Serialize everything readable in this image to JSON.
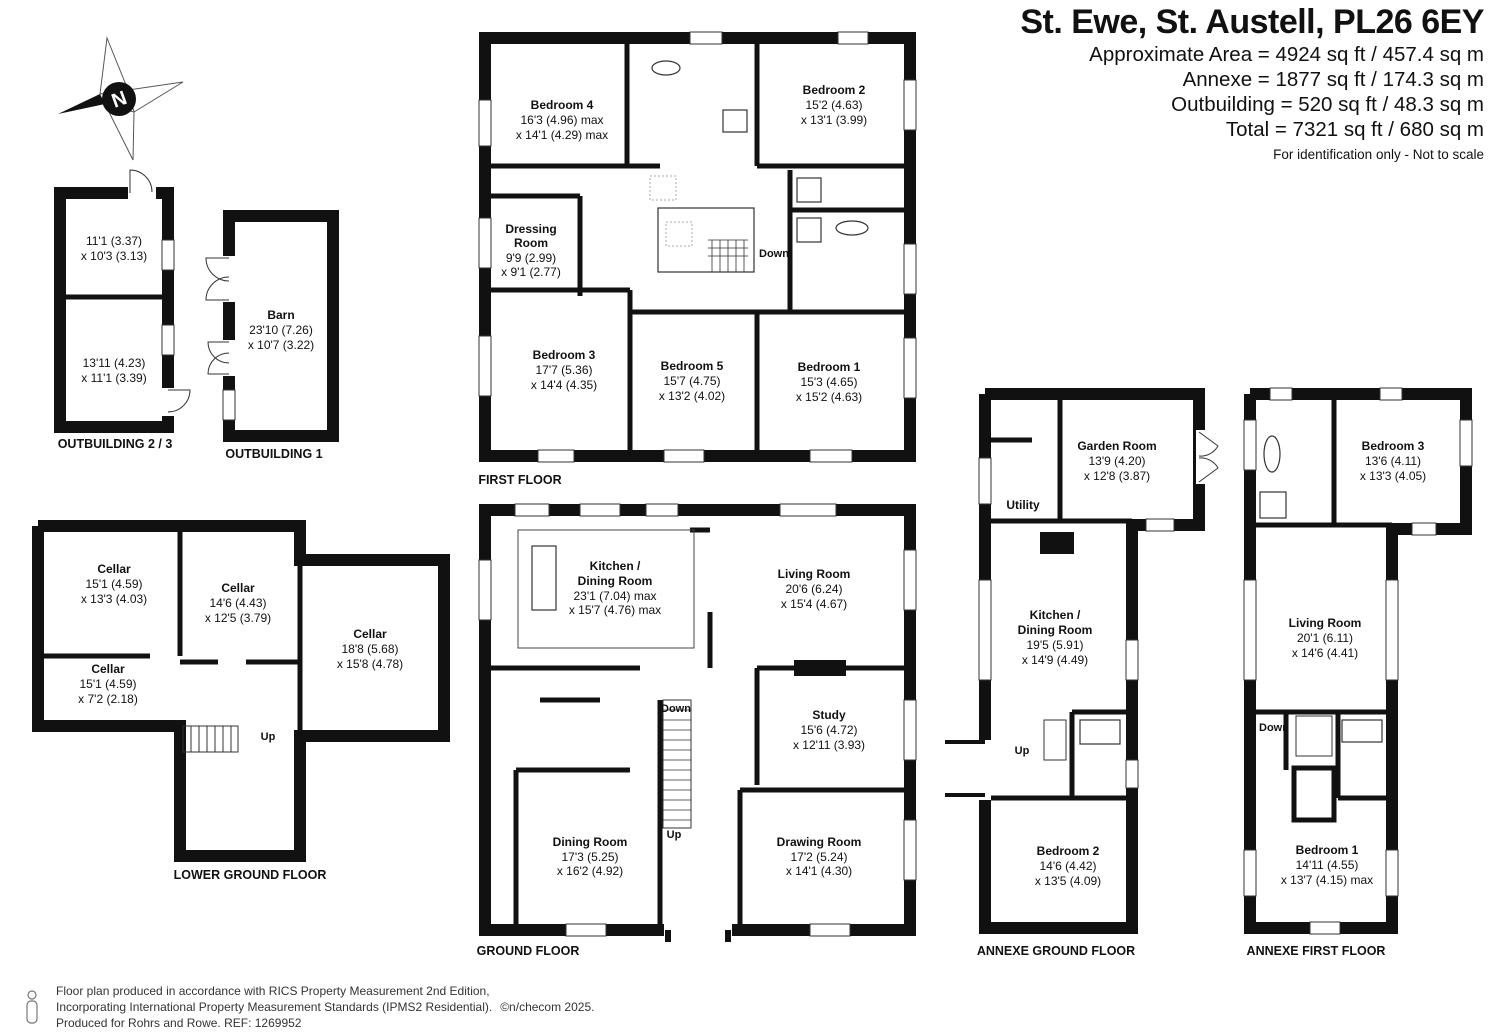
{
  "header": {
    "title": "St. Ewe, St. Austell, PL26 6EY",
    "areas": [
      "Approximate Area = 4924 sq ft / 457.4 sq m",
      "Annexe = 1877 sq ft / 174.3 sq m",
      "Outbuilding = 520 sq ft / 48.3 sq m",
      "Total = 7321 sq ft / 680 sq m"
    ],
    "note": "For identification only - Not to scale"
  },
  "compass": {
    "letter": "N"
  },
  "floors": {
    "outbuilding23": {
      "caption": "OUTBUILDING 2 / 3",
      "rooms": [
        {
          "dim1": "11'1 (3.37)",
          "dim2": "x 10'3 (3.13)"
        },
        {
          "dim1": "13'11 (4.23)",
          "dim2": "x 11'1 (3.39)"
        }
      ]
    },
    "outbuilding1": {
      "caption": "OUTBUILDING 1",
      "rooms": [
        {
          "name": "Barn",
          "dim1": "23'10 (7.26)",
          "dim2": "x 10'7 (3.22)"
        }
      ]
    },
    "lower": {
      "caption": "LOWER GROUND FLOOR",
      "up": "Up",
      "rooms": [
        {
          "name": "Cellar",
          "dim1": "15'1 (4.59)",
          "dim2": "x 13'3 (4.03)"
        },
        {
          "name": "Cellar",
          "dim1": "14'6 (4.43)",
          "dim2": "x 12'5 (3.79)"
        },
        {
          "name": "Cellar",
          "dim1": "18'8 (5.68)",
          "dim2": "x 15'8 (4.78)"
        },
        {
          "name": "Cellar",
          "dim1": "15'1 (4.59)",
          "dim2": "x 7'2 (2.18)"
        }
      ]
    },
    "first": {
      "caption": "FIRST FLOOR",
      "down": "Down",
      "rooms": [
        {
          "name": "Bedroom 4",
          "dim1": "16'3 (4.96) max",
          "dim2": "x 14'1 (4.29) max"
        },
        {
          "name": "Bedroom 2",
          "dim1": "15'2 (4.63)",
          "dim2": "x 13'1 (3.99)"
        },
        {
          "name": "Dressing Room",
          "name_l1": "Dressing",
          "name_l2": "Room",
          "dim1": "9'9 (2.99)",
          "dim2": "x 9'1 (2.77)"
        },
        {
          "name": "Bedroom 3",
          "dim1": "17'7 (5.36)",
          "dim2": "x 14'4 (4.35)"
        },
        {
          "name": "Bedroom 5",
          "dim1": "15'7 (4.75)",
          "dim2": "x 13'2 (4.02)"
        },
        {
          "name": "Bedroom 1",
          "dim1": "15'3 (4.65)",
          "dim2": "x 15'2 (4.63)"
        }
      ]
    },
    "ground": {
      "caption": "GROUND FLOOR",
      "down": "Down",
      "up": "Up",
      "rooms": [
        {
          "name_l1": "Kitchen /",
          "name_l2": "Dining Room",
          "dim1": "23'1 (7.04) max",
          "dim2": "x 15'7 (4.76) max"
        },
        {
          "name": "Living Room",
          "dim1": "20'6 (6.24)",
          "dim2": "x 15'4 (4.67)"
        },
        {
          "name": "Study",
          "dim1": "15'6 (4.72)",
          "dim2": "x 12'11 (3.93)"
        },
        {
          "name": "Dining Room",
          "dim1": "17'3 (5.25)",
          "dim2": "x 16'2 (4.92)"
        },
        {
          "name": "Drawing Room",
          "dim1": "17'2 (5.24)",
          "dim2": "x 14'1 (4.30)"
        }
      ]
    },
    "annexeGround": {
      "caption": "ANNEXE GROUND FLOOR",
      "up": "Up",
      "rooms": [
        {
          "name": "Garden Room",
          "dim1": "13'9 (4.20)",
          "dim2": "x 12'8 (3.87)"
        },
        {
          "name": "Utility"
        },
        {
          "name_l1": "Kitchen /",
          "name_l2": "Dining Room",
          "dim1": "19'5 (5.91)",
          "dim2": "x 14'9 (4.49)"
        },
        {
          "name": "Bedroom 2",
          "dim1": "14'6 (4.42)",
          "dim2": "x 13'5 (4.09)"
        }
      ]
    },
    "annexeFirst": {
      "caption": "ANNEXE FIRST FLOOR",
      "down": "Down",
      "rooms": [
        {
          "name": "Bedroom 3",
          "dim1": "13'6 (4.11)",
          "dim2": "x 13'3 (4.05)"
        },
        {
          "name": "Living Room",
          "dim1": "20'1 (6.11)",
          "dim2": "x 14'6 (4.41)"
        },
        {
          "name": "Bedroom 1",
          "dim1": "14'11 (4.55)",
          "dim2": "x 13'7 (4.15) max"
        }
      ]
    }
  },
  "footer": {
    "line1": "Floor plan produced in accordance with RICS Property Measurement 2nd Edition,",
    "line2": "Incorporating International Property Measurement Standards (IPMS2 Residential).",
    "copyright": "©n/checom 2025.",
    "line3": "Produced for Rohrs and Rowe.   REF: 1269952"
  }
}
